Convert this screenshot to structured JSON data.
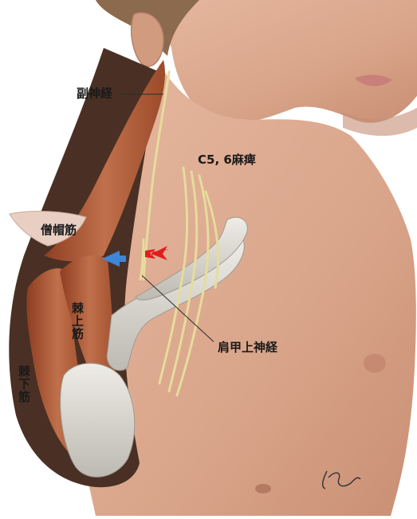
{
  "labels": {
    "accessory_nerve": "副神経",
    "c56_palsy": "C5, 6麻痺",
    "trapezius": "僧帽筋",
    "supraspinatus": "棘上筋",
    "infraspinatus": "棘下筋",
    "suprascapular_nerve": "肩甲上神経"
  },
  "signature": "K.D",
  "colors": {
    "skin": "#d9a78c",
    "skin_shadow": "#b9806a",
    "muscle": "#b45f3c",
    "bone": "#d8d6d0",
    "nerve": "#e6dc9c",
    "arrow_red": "#e11d1d",
    "arrow_blue": "#3f86d8",
    "hair": "#8c6a4e"
  }
}
